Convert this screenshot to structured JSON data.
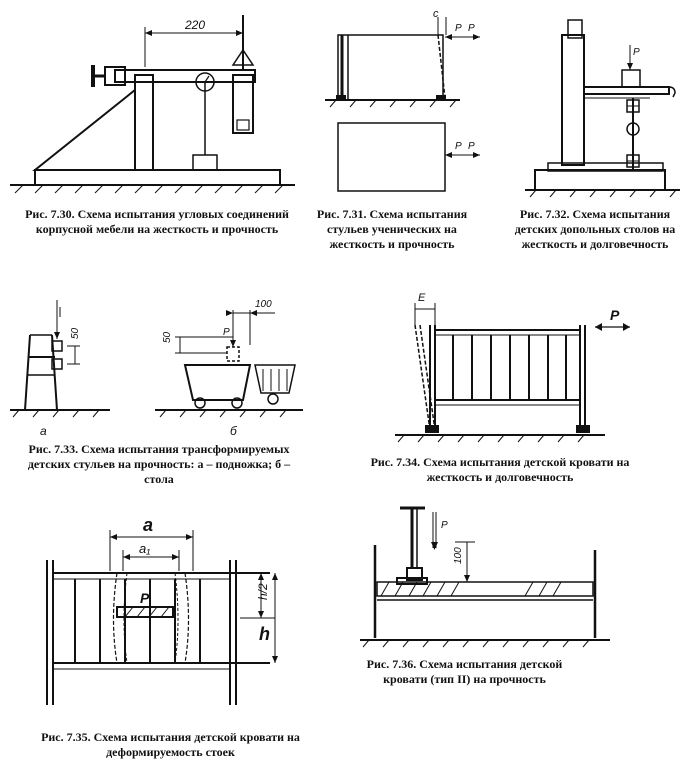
{
  "figures": {
    "f730": {
      "caption": "Рис. 7.30. Схема испытания угловых соединений корпусной мебели на жесткость и прочность",
      "dim": "220"
    },
    "f731": {
      "caption": "Рис. 7.31. Схема испытания стульев ученических на жесткость и прочность",
      "c": "c",
      "p1": "P",
      "p2": "P"
    },
    "f732": {
      "caption": "Рис. 7.32. Схема испытания детских допольных столов на жесткость и долговечность",
      "p": "P"
    },
    "f733": {
      "caption": "Рис. 7.33. Схема испытания трансформируемых детских стульев на прочность: а – подножка; б – стола",
      "dim_a": "50",
      "dim_b1": "50",
      "dim_b2": "100",
      "p": "P",
      "label_a": "а",
      "label_b": "б"
    },
    "f734": {
      "caption": "Рис. 7.34. Схема испытания детской кровати на жесткость и долговечность",
      "e": "E",
      "p": "P"
    },
    "f735": {
      "caption": "Рис. 7.35. Схема испытания детской кровати на деформируемость стоек",
      "a": "a",
      "a1": "a₁",
      "p": "P",
      "h2": "h/2",
      "h": "h"
    },
    "f736": {
      "caption": "Рис. 7.36. Схема испытания детской кровати (тип II) на прочность",
      "p": "P",
      "dim": "100"
    }
  }
}
